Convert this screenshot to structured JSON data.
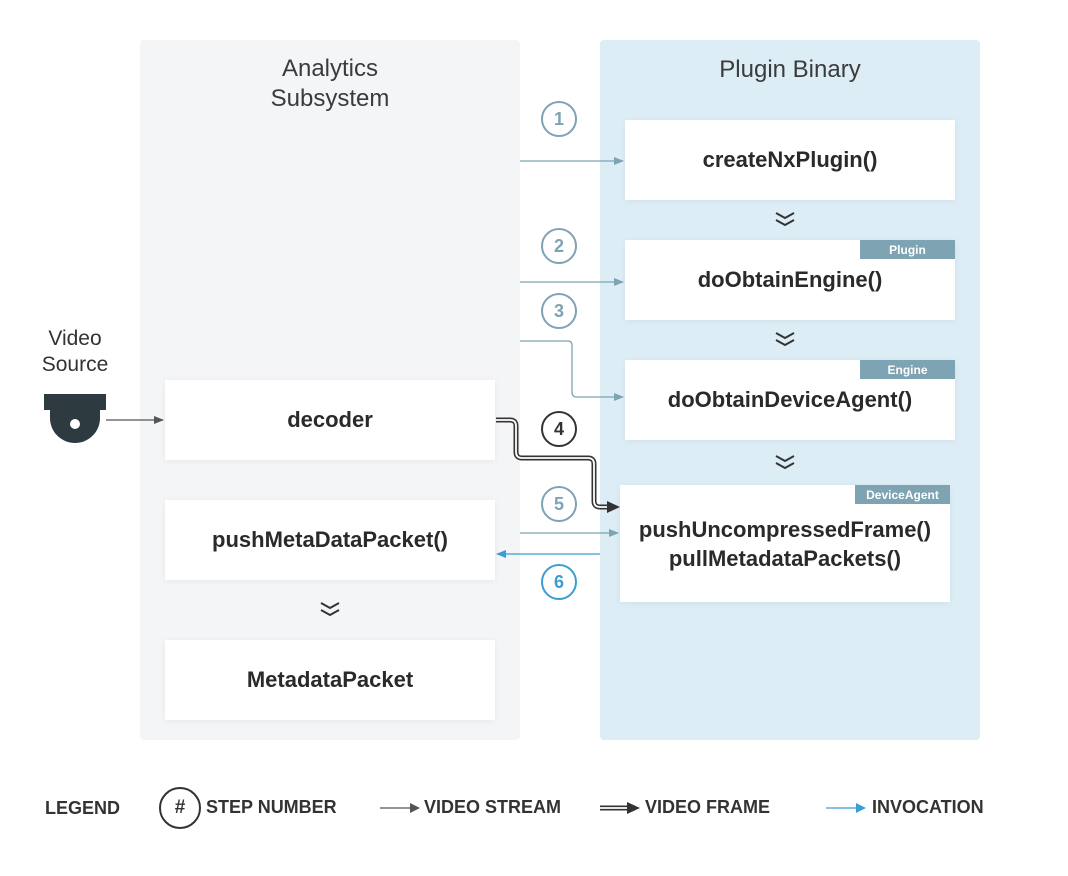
{
  "panels": {
    "left_title_line1": "Analytics",
    "left_title_line2": "Subsystem",
    "right_title": "Plugin Binary"
  },
  "video_source": {
    "line1": "Video",
    "line2": "Source",
    "icon": "camera-icon"
  },
  "left_boxes": {
    "decoder": "decoder",
    "push_metadata": "pushMetaDataPacket()",
    "metadata_packet": "MetadataPacket"
  },
  "right_boxes": {
    "create_plugin": "createNxPlugin()",
    "obtain_engine": "doObtainEngine()",
    "obtain_device_agent": "doObtainDeviceAgent()",
    "push_frame": "pushUncompressedFrame()",
    "pull_metadata": "pullMetadataPackets()"
  },
  "tags": {
    "plugin": "Plugin",
    "engine": "Engine",
    "device_agent": "DeviceAgent"
  },
  "steps": [
    "1",
    "2",
    "3",
    "4",
    "5",
    "6"
  ],
  "legend": {
    "title": "LEGEND",
    "step_symbol": "#",
    "step_number": "STEP NUMBER",
    "video_stream": "VIDEO STREAM",
    "video_frame": "VIDEO FRAME",
    "invocation": "INVOCATION"
  },
  "colors": {
    "step_border": "#7ea3b2",
    "invocation": "#3a9ed4",
    "frame": "#333333",
    "stream": "#555555",
    "tag_bg": "#7ea3b2"
  }
}
